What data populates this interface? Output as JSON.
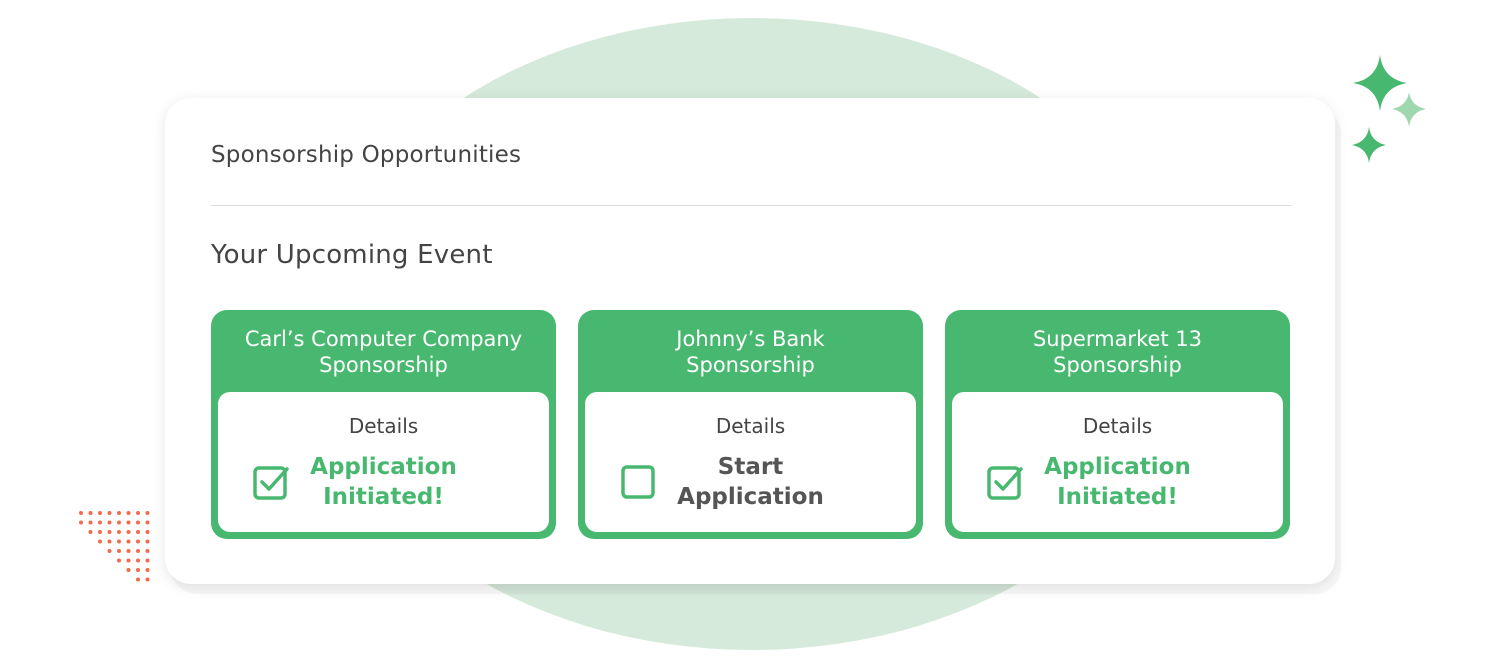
{
  "panel": {
    "title": "Sponsorship Opportunities",
    "section_title": "Your Upcoming Event"
  },
  "cards": [
    {
      "title": "Carl’s Computer Company\nSponsorship",
      "details_label": "Details",
      "status_label": "Application\nInitiated!",
      "checked": true
    },
    {
      "title": "Johnny’s Bank\nSponsorship",
      "details_label": "Details",
      "status_label": "Start\nApplication",
      "checked": false
    },
    {
      "title": "Supermarket 13\nSponsorship",
      "details_label": "Details",
      "status_label": "Application\nInitiated!",
      "checked": true
    }
  ],
  "colors": {
    "accent": "#48b870",
    "text": "#444444",
    "background_shape": "#d6eadb",
    "dots": "#f26b4f"
  },
  "icons": {
    "checked": "checkbox-checked-icon",
    "unchecked": "checkbox-unchecked-icon",
    "decor_sparkles": "sparkle-icon",
    "decor_dots": "dot-grid-icon"
  }
}
